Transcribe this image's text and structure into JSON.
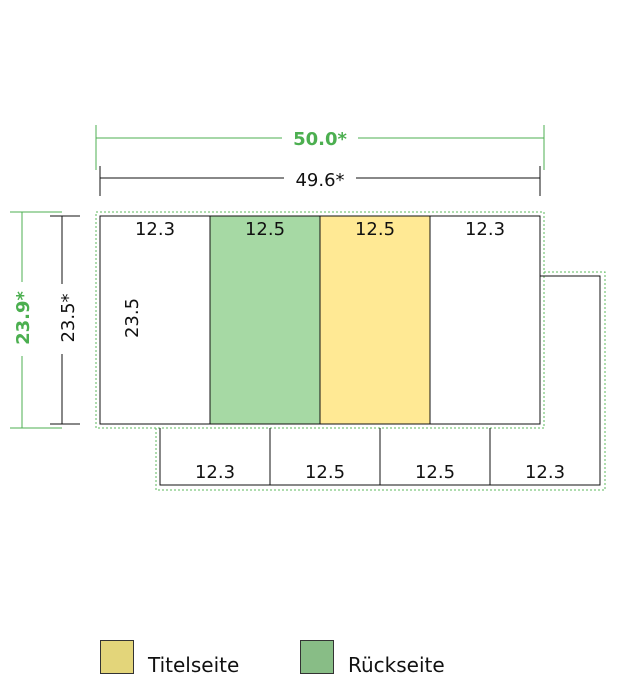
{
  "dimensions": {
    "outer_width": "50.0*",
    "inner_width": "49.6*",
    "outer_height": "23.9*",
    "inner_height": "23.5*",
    "panel_height": "23.5"
  },
  "top_panels": [
    {
      "label": "12.3",
      "role": "plain"
    },
    {
      "label": "12.5",
      "role": "back"
    },
    {
      "label": "12.5",
      "role": "title"
    },
    {
      "label": "12.3",
      "role": "plain"
    }
  ],
  "bottom_panels": [
    {
      "label": "12.3"
    },
    {
      "label": "12.5"
    },
    {
      "label": "12.5"
    },
    {
      "label": "12.3"
    }
  ],
  "legend": [
    {
      "label": "Titelseite",
      "color": "#e3d57a"
    },
    {
      "label": "Rückseite",
      "color": "#88bd86"
    }
  ],
  "colors": {
    "back_panel": "#a6d9a4",
    "title_panel": "#ffe994",
    "dimension_green": "#4caf50"
  }
}
